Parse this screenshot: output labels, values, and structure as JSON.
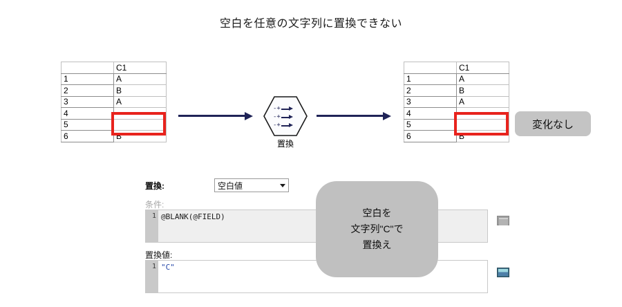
{
  "page": {
    "title": "空白を任意の文字列に置換できない"
  },
  "diagram": {
    "input_table": {
      "name": "input-table",
      "corner_header": "",
      "column_header": "C1",
      "rows": [
        {
          "num": "1",
          "value": "A"
        },
        {
          "num": "2",
          "value": "B"
        },
        {
          "num": "3",
          "value": "A"
        },
        {
          "num": "4",
          "value": ""
        },
        {
          "num": "5",
          "value": ""
        },
        {
          "num": "6",
          "value": "B"
        }
      ],
      "highlight_rows": [
        4,
        5
      ]
    },
    "output_table": {
      "name": "output-table",
      "corner_header": "",
      "column_header": "C1",
      "rows": [
        {
          "num": "1",
          "value": "A"
        },
        {
          "num": "2",
          "value": "B"
        },
        {
          "num": "3",
          "value": "A"
        },
        {
          "num": "4",
          "value": ""
        },
        {
          "num": "5",
          "value": ""
        },
        {
          "num": "6",
          "value": "B"
        }
      ],
      "highlight_rows": [
        4,
        5
      ]
    },
    "node": {
      "label": "置換",
      "glyph_rows": [
        "-+",
        "-+",
        "-+"
      ]
    },
    "result_callout": "変化なし",
    "intent_callout_lines": [
      "空白を",
      "文字列\"C\"で",
      "置換え"
    ]
  },
  "form": {
    "replace_label": "置換:",
    "replace_value": "空白値",
    "condition_label": "条件:",
    "condition_code": "@BLANK(@FIELD)",
    "condition_line_no": "1",
    "replace_value_label": "置換値:",
    "replace_value_code": "\"C\"",
    "replace_value_line_no": "1"
  },
  "colors": {
    "accent_arrow": "#1f2357",
    "highlight": "#e8231d",
    "callout_bg": "#c0c0c0",
    "string_token": "#2446a8"
  }
}
